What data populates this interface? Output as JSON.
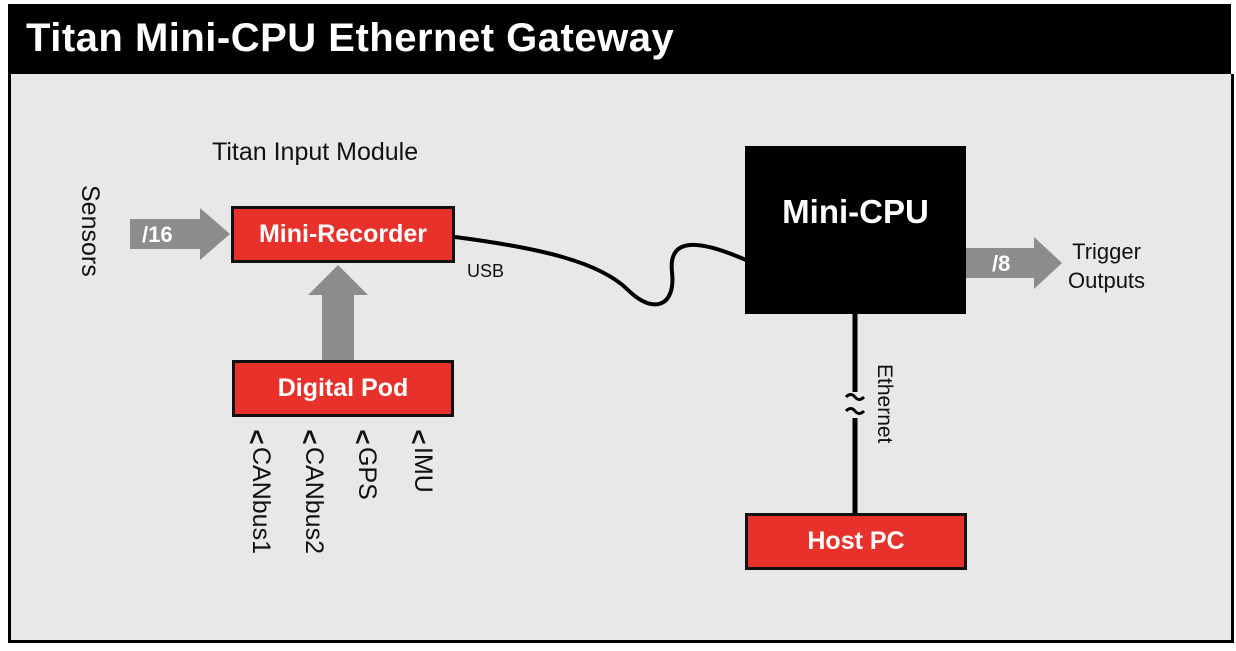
{
  "title": "Titan Mini-CPU Ethernet Gateway",
  "module_label": "Titan Input Module",
  "sensors_label": "Sensors",
  "sensors_arrow_label": "/16",
  "mini_recorder": "Mini-Recorder",
  "digital_pod": "Digital Pod",
  "pod_inputs": [
    "CANbus1",
    "CANbus2",
    "GPS",
    "IMU"
  ],
  "usb_label": "USB",
  "mini_cpu": "Mini-CPU",
  "trigger_arrow_label": "/8",
  "trigger_outputs_line1": "Trigger",
  "trigger_outputs_line2": "Outputs",
  "ethernet_label": "Ethernet",
  "host_pc": "Host PC",
  "colors": {
    "module_red": "#e8312b",
    "arrow_gray": "#8c8c8c",
    "background": "#e8e8e8",
    "header": "#000000"
  }
}
